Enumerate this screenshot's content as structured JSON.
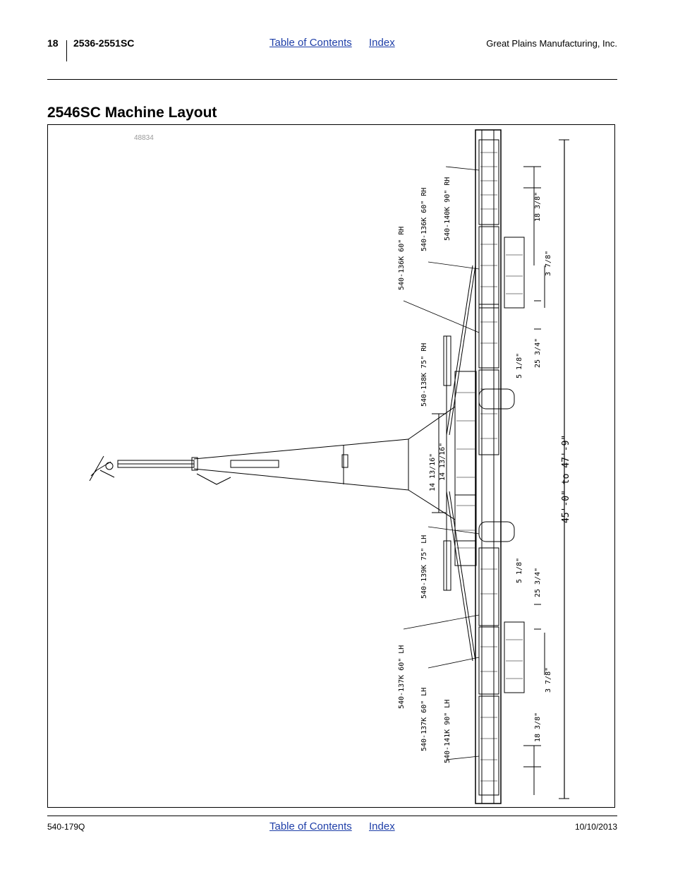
{
  "header": {
    "page_number": "18",
    "model": "2536-2551SC",
    "toc_link": "Table of Contents",
    "index_link": "Index",
    "company": "Great Plains Manufacturing, Inc."
  },
  "title": "2546SC Machine Layout",
  "figure": {
    "figure_id": "48834",
    "part_labels": [
      "540-136K 60\" RH",
      "540-136K 60\" RH",
      "540-140K 90\" RH",
      "540-138K 75\" RH",
      "540-139K 75\" LH",
      "540-137K 60\" LH",
      "540-137K 60\" LH",
      "540-141K 90\" LH"
    ],
    "dimensions": {
      "upper_outer": "18 3/8\"",
      "upper_mid": "3 7/8\"",
      "upper_spacing": "25 3/4\"",
      "upper_small": "5 1/8\"",
      "center_left": "14 13/16\"",
      "center_right": "14 13/16\"",
      "lower_small": "5 1/8\"",
      "lower_spacing": "25 3/4\"",
      "lower_mid": "3 7/8\"",
      "lower_outer": "18 3/8\"",
      "overall_width": "45'-0\" to 47'-9\""
    }
  },
  "footer": {
    "doc_code": "540-179Q",
    "toc_link": "Table of Contents",
    "index_link": "Index",
    "date": "10/10/2013"
  }
}
